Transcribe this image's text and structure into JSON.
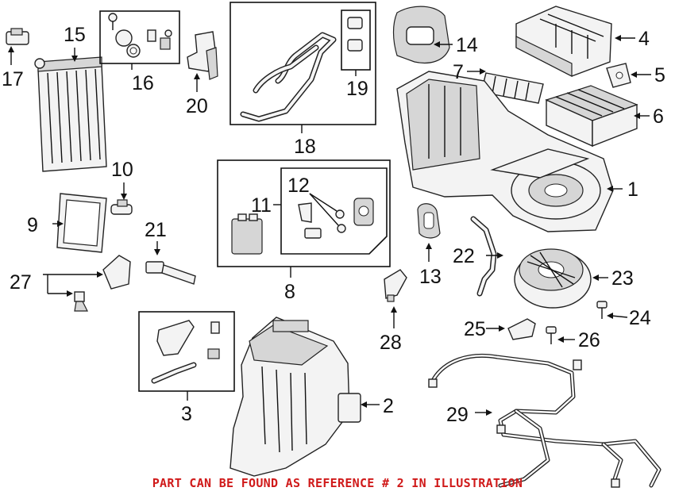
{
  "diagram": {
    "parts": [
      {
        "ref": "1"
      },
      {
        "ref": "2"
      },
      {
        "ref": "3"
      },
      {
        "ref": "4"
      },
      {
        "ref": "5"
      },
      {
        "ref": "6"
      },
      {
        "ref": "7"
      },
      {
        "ref": "8"
      },
      {
        "ref": "9"
      },
      {
        "ref": "10"
      },
      {
        "ref": "11"
      },
      {
        "ref": "12"
      },
      {
        "ref": "13"
      },
      {
        "ref": "14"
      },
      {
        "ref": "15"
      },
      {
        "ref": "16"
      },
      {
        "ref": "17"
      },
      {
        "ref": "18"
      },
      {
        "ref": "19"
      },
      {
        "ref": "20"
      },
      {
        "ref": "21"
      },
      {
        "ref": "22"
      },
      {
        "ref": "23"
      },
      {
        "ref": "24"
      },
      {
        "ref": "25"
      },
      {
        "ref": "26"
      },
      {
        "ref": "27"
      },
      {
        "ref": "28"
      },
      {
        "ref": "29"
      }
    ],
    "highlighted_ref": "2"
  },
  "footer": {
    "note": "PART CAN BE FOUND AS REFERENCE # 2 IN ILLUSTRATION",
    "note_color": "#d01a1a"
  }
}
